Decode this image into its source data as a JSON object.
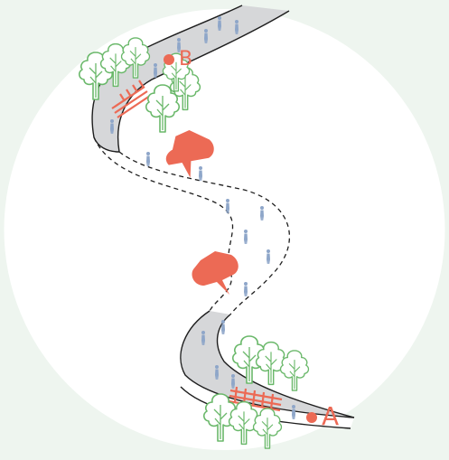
{
  "diagram": {
    "points": [
      {
        "id": "a",
        "label": "A"
      },
      {
        "id": "b",
        "label": "B"
      }
    ],
    "colors": {
      "background": "#eef5ef",
      "circle": "#ffffff",
      "accent": "#ec6a55",
      "path_fill": "#d6d7d9",
      "path_stroke": "#1e1e1e",
      "tree": "#6ab86a",
      "person": "#8ea6c9"
    },
    "icons": [
      "tree-icon",
      "person-icon",
      "direction-arrow-icon",
      "crosswalk-icon",
      "location-dot-icon"
    ]
  }
}
